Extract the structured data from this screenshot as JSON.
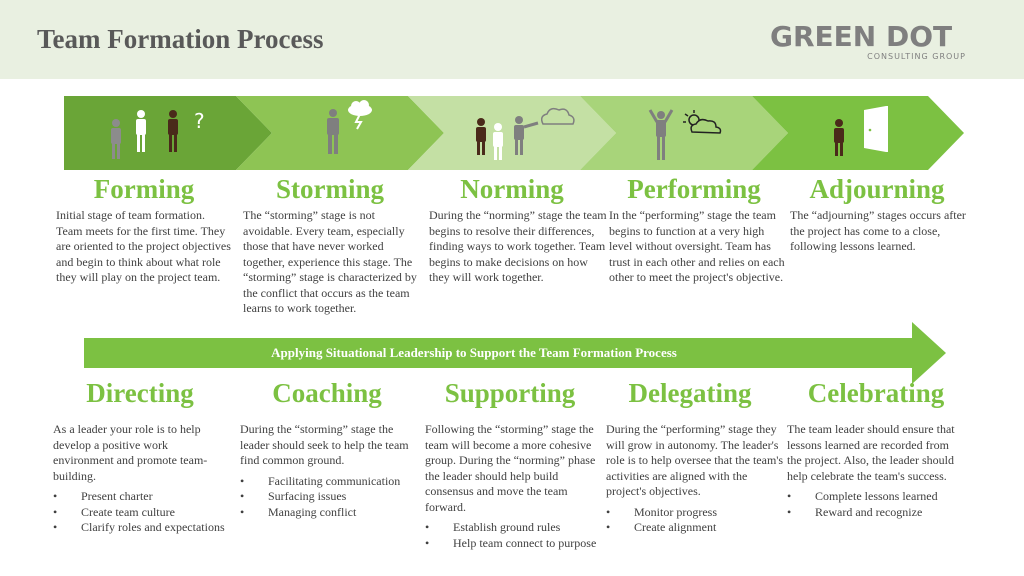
{
  "title": "Team Formation Process",
  "logo": {
    "name": "GREEN DOT",
    "tagline": "CONSULTING GROUP"
  },
  "colors": {
    "header_bg": "#e9f0e1",
    "accent": "#7cc142",
    "chevron_1": "#6aa537",
    "chevron_2": "#8ec454",
    "chevron_3": "#c4e0a4",
    "chevron_4": "#a8d47a",
    "chevron_5": "#7cc142"
  },
  "stages": [
    {
      "name": "Forming",
      "icon": "people-question-icon",
      "description": "Initial stage of  team formation. Team meets for the first time. They are oriented to the project objectives and begin to think about what role they will play on the project team."
    },
    {
      "name": "Storming",
      "icon": "storm-cloud-icon",
      "description": "The “storming” stage is not avoidable. Every team, especially those that have never worked together, experience this stage. The “storming” stage is characterized by the conflict that occurs as the team learns to work together."
    },
    {
      "name": "Norming",
      "icon": "people-cloud-icon",
      "description": "During the “norming” stage the team begins to resolve their differences, finding ways to work together. Team begins to make decisions on how they will work together."
    },
    {
      "name": "Performing",
      "icon": "person-sun-icon",
      "description": "In the “performing” stage the team begins to function at a very high level without oversight. Team has trust in each other and relies on each other to meet the project's objective."
    },
    {
      "name": "Adjourning",
      "icon": "person-door-icon",
      "description": "The “adjourning” stages occurs after the project has come to a close, following lessons learned."
    }
  ],
  "banner": "Applying Situational Leadership to Support the Team Formation Process",
  "roles": [
    {
      "name": "Directing",
      "description": "As a leader your role is to help develop a positive work environment and promote team-building.",
      "bullets": [
        "Present charter",
        "Create team culture",
        "Clarify roles and expectations"
      ]
    },
    {
      "name": "Coaching",
      "description": "During the “storming” stage the leader should seek to help the team find common ground.",
      "bullets": [
        "Facilitating communication",
        "Surfacing issues",
        "Managing conflict"
      ]
    },
    {
      "name": "Supporting",
      "description": "Following the “storming” stage the team will become a more cohesive group. During the “norming” phase the leader should help build consensus and move the team forward.",
      "bullets": [
        "Establish ground rules",
        "Help team connect to purpose"
      ]
    },
    {
      "name": "Delegating",
      "description": "During the “performing” stage they will grow in autonomy. The leader's role is to help oversee that the team's activities are aligned with the project's objectives.",
      "bullets": [
        "Monitor progress",
        "Create alignment"
      ]
    },
    {
      "name": "Celebrating",
      "description": "The team leader should ensure that lessons learned are recorded from the project. Also, the leader should help celebrate the team's success.",
      "bullets": [
        "Complete lessons learned",
        "Reward and recognize"
      ]
    }
  ]
}
